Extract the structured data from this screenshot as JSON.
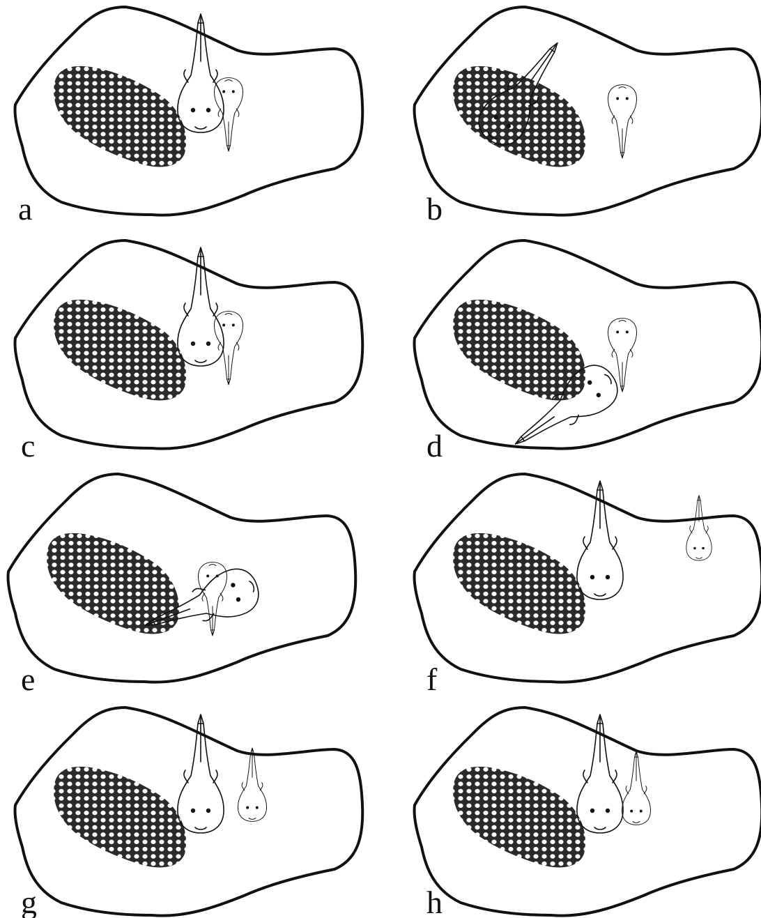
{
  "figure": {
    "panels": [
      {
        "label": "a",
        "large_fish": "vertical",
        "small_fish": "beside"
      },
      {
        "label": "b",
        "large_fish": "over-eggs",
        "small_fish": "away"
      },
      {
        "label": "c",
        "large_fish": "vertical",
        "small_fish": "beside"
      },
      {
        "label": "d",
        "large_fish": "lunging-lower-left",
        "small_fish": "away"
      },
      {
        "label": "e",
        "large_fish": "lunging-lower-left",
        "small_fish": "beside"
      },
      {
        "label": "f",
        "large_fish": "vertical",
        "small_fish": "far-right"
      },
      {
        "label": "g",
        "large_fish": "vertical",
        "small_fish": "beside"
      },
      {
        "label": "h",
        "large_fish": "vertical",
        "small_fish": "beside"
      }
    ]
  },
  "colors": {
    "stroke": "#111111",
    "background": "#ffffff",
    "egg_fill": "#555555"
  }
}
